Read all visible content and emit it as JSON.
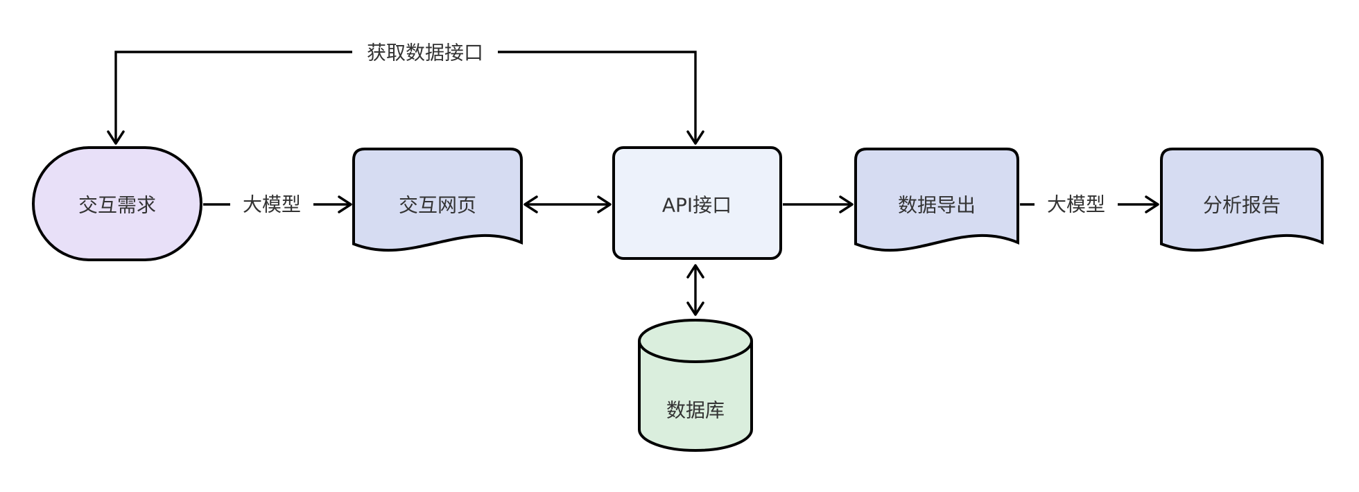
{
  "diagram": {
    "type": "flowchart",
    "background": "#ffffff",
    "stroke_color": "#000000",
    "text_color": "#333333",
    "nodes": {
      "requirement": {
        "label": "交互需求",
        "shape": "stadium",
        "fill": "#e8e0f8"
      },
      "webpage": {
        "label": "交互网页",
        "shape": "document",
        "fill": "#d6dcf2"
      },
      "api": {
        "label": "API接口",
        "shape": "rounded-rectangle",
        "fill": "#edf2fb"
      },
      "export": {
        "label": "数据导出",
        "shape": "document",
        "fill": "#d6dcf2"
      },
      "report": {
        "label": "分析报告",
        "shape": "document",
        "fill": "#d6dcf2"
      },
      "database": {
        "label": "数据库",
        "shape": "cylinder",
        "fill": "#daeedd"
      }
    },
    "edges": [
      {
        "from": "requirement",
        "to": "webpage",
        "label": "大模型",
        "arrows": "forward"
      },
      {
        "from": "webpage",
        "to": "api",
        "label": "",
        "arrows": "both"
      },
      {
        "from": "api",
        "to": "export",
        "label": "",
        "arrows": "forward"
      },
      {
        "from": "export",
        "to": "report",
        "label": "大模型",
        "arrows": "forward"
      },
      {
        "from": "api",
        "to": "requirement",
        "label": "获取数据接口",
        "arrows": "both",
        "route": "over-top"
      },
      {
        "from": "api",
        "to": "database",
        "label": "",
        "arrows": "both"
      }
    ]
  }
}
